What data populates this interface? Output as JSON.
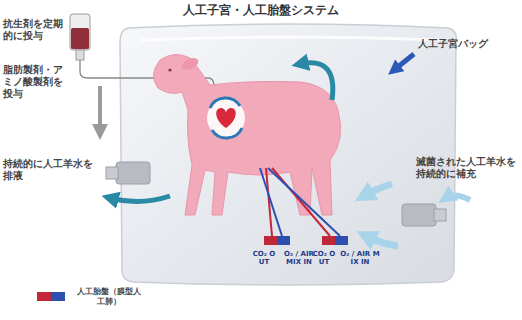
{
  "diagram": {
    "title": "人工子宮・人工胎盤システム",
    "labels": [
      "抗生剤を定期的に投与",
      "人工子宮バッグ",
      "脂肪製剤・アミノ酸製剤を投与",
      "持続的に人工羊水を排液",
      "滅菌された人工羊水を持続的に補充",
      "CO₂ OUT",
      "O₂ / AIR MIX IN",
      "CO₂ OUT",
      "O₂ / AIR MIX IN"
    ],
    "legend": [
      {
        "text": "人工胎盤（膜型人工肺）"
      }
    ]
  }
}
